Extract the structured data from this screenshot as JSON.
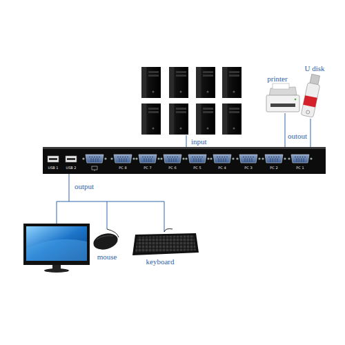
{
  "diagram": {
    "nodes": [
      {
        "text": [
          "USB 1",
          "USB 2",
          "PC 8",
          "PC 7",
          "PC 6",
          "PC 5",
          "PC 4",
          "PC 3",
          "PC 2",
          "PC 1"
        ]
      }
    ],
    "labels": [
      "input",
      "printer",
      "U disk",
      "outout",
      "output",
      "mouse",
      "keyboard"
    ]
  }
}
